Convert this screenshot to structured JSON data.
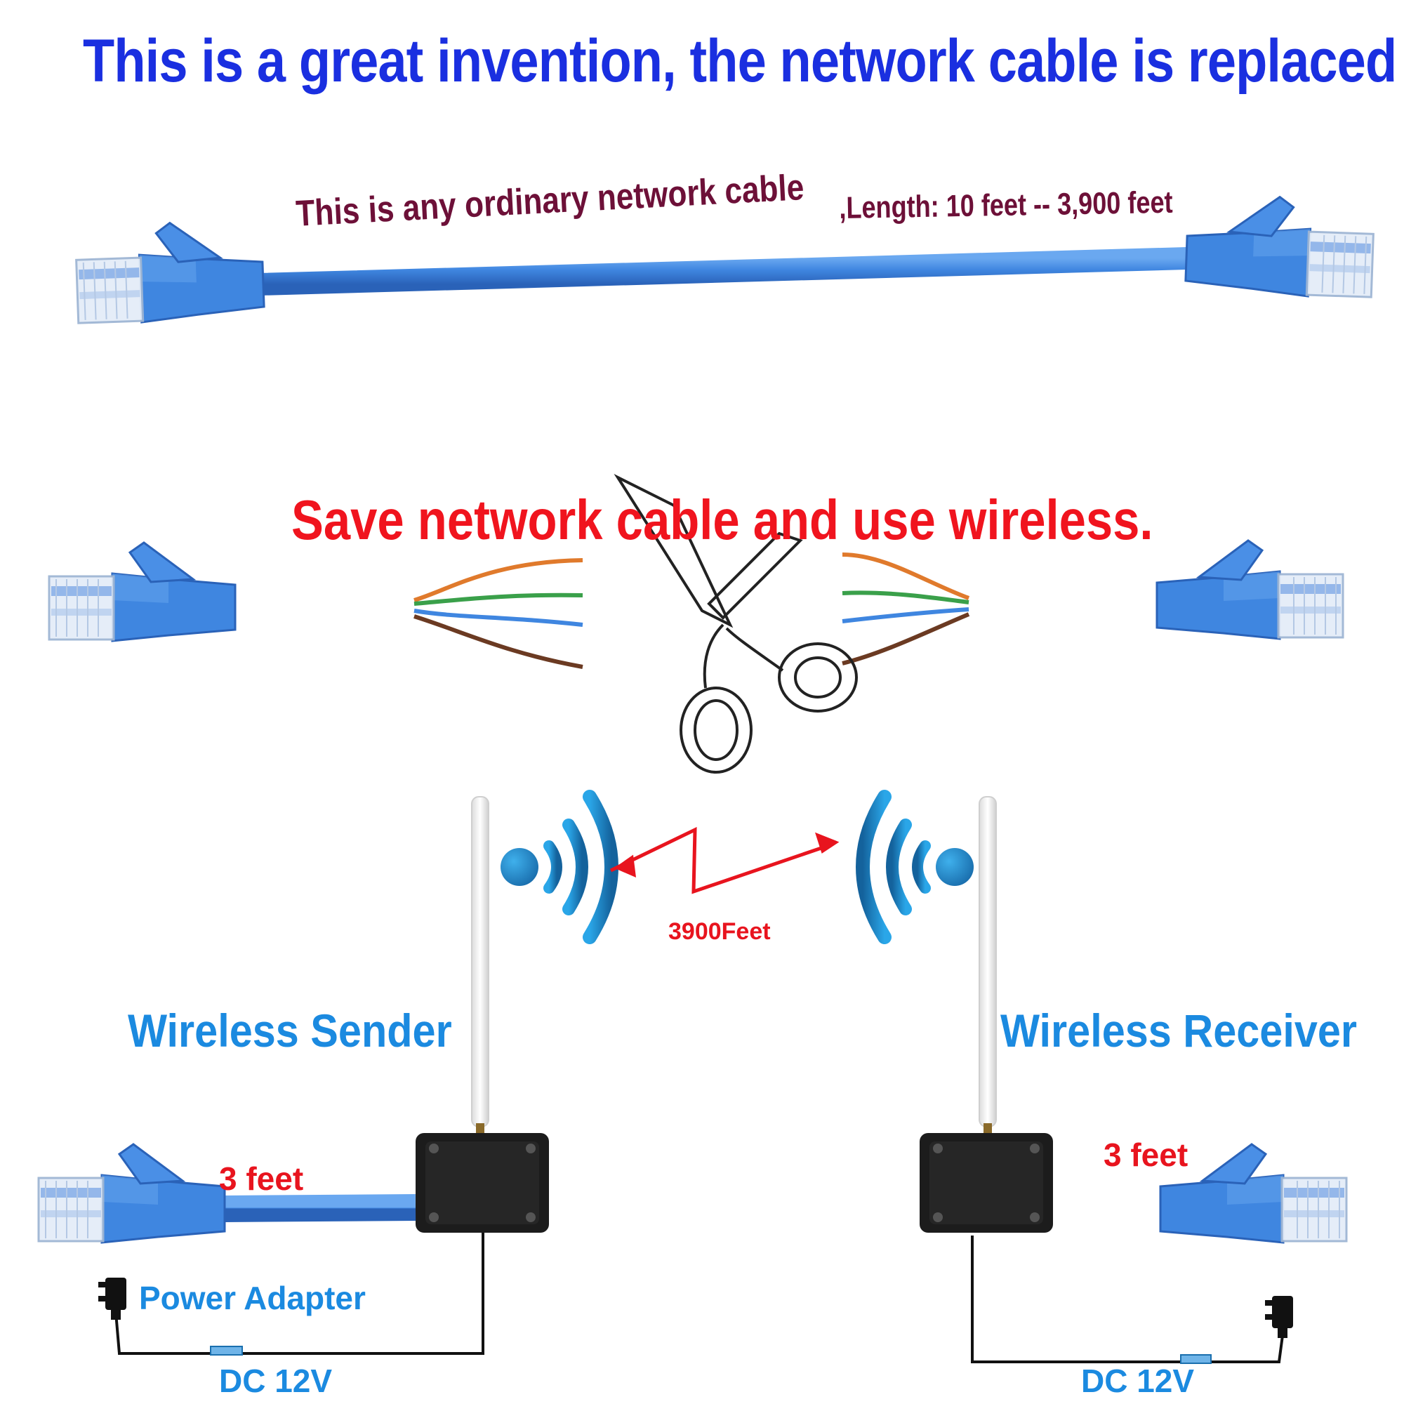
{
  "title": "This is a great invention, the network cable is replaced",
  "cable": {
    "description": "This is any ordinary network cable",
    "length": ",Length: 10 feet -- 3,900 feet"
  },
  "cut_caption": "Save network cable and use wireless.",
  "link": {
    "distance": "3900Feet"
  },
  "sender": {
    "label": "Wireless Sender",
    "cable_length": "3 feet",
    "power_label": "Power Adapter",
    "power_spec": "DC 12V"
  },
  "receiver": {
    "label": "Wireless Receiver",
    "cable_length": "3 feet",
    "power_spec": "DC 12V"
  },
  "icons": [
    "rj45-connector-icon",
    "scissors-icon",
    "wireless-signal-icon",
    "antenna-icon",
    "power-adapter-icon"
  ],
  "colors": {
    "title": "#1a2fe0",
    "cable": "#3f86e0",
    "caption": "#f0141e",
    "device_label": "#1b8ae0",
    "signal": "#1a7fc0"
  }
}
